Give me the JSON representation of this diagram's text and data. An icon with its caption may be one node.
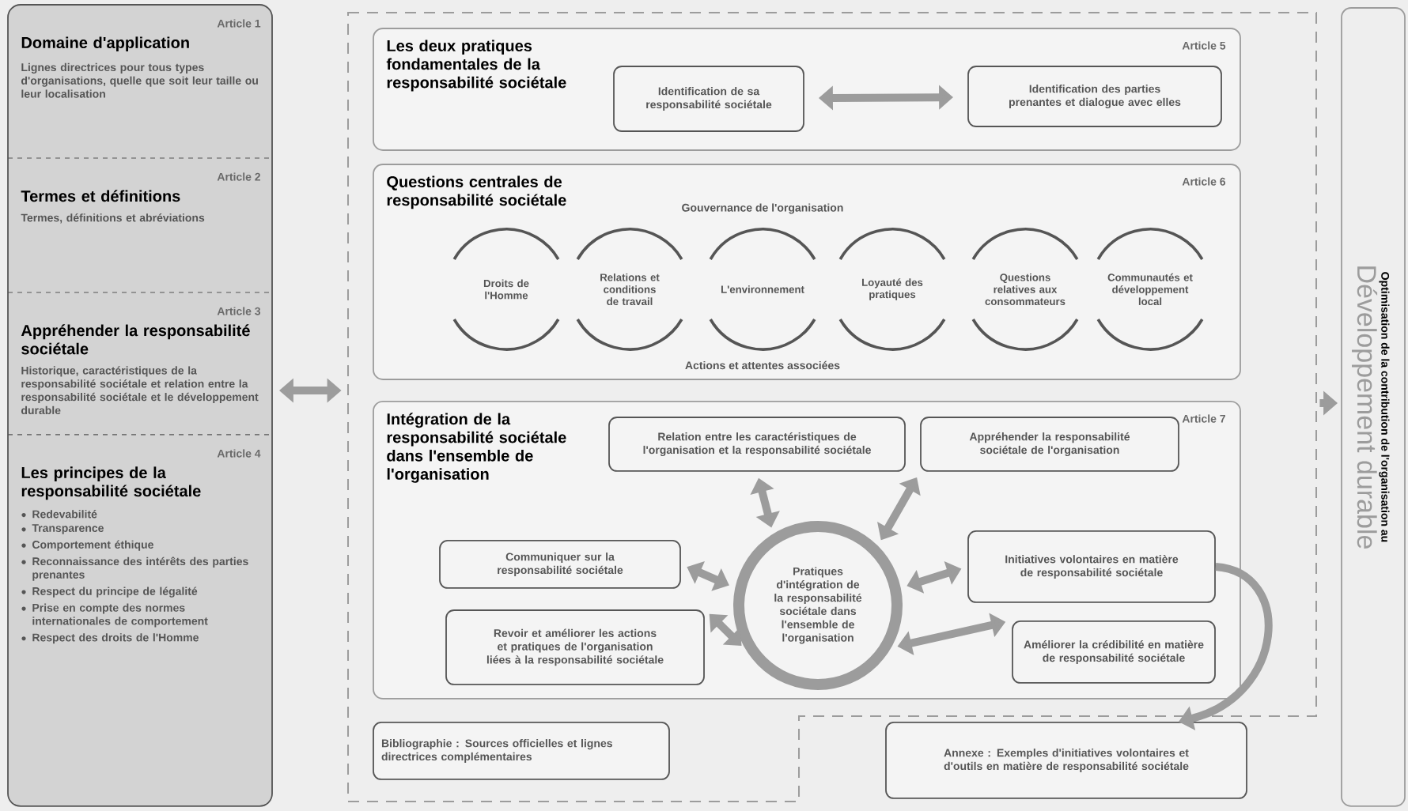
{
  "diagram": {
    "nodes": [
      {
        "text": [],
        "shape": "box"
      },
      {
        "text": [
          "Article 1",
          "Domaine d'application",
          "Lignes directrices pour tous types d'organisations, quelle que soit leur taille ou leur localisation"
        ],
        "in": 0
      },
      {
        "text": [
          "Article 2",
          "Termes et définitions",
          "Termes, définitions et abréviations"
        ],
        "in": 0
      },
      {
        "text": [
          "Article 3",
          "Appréhender la responsabilité sociétale",
          "Historique, caractéristiques de la responsabilité sociétale et relation entre la responsabilité sociétale et le développement durable"
        ],
        "in": 0
      },
      {
        "text": [
          "Article 4",
          "Les principes de la responsabilité sociétale",
          "Redevabilité",
          "Transparence",
          "Comportement éthique",
          "Reconnaissance des intérêts des parties prenantes",
          "Respect du principe de légalité",
          "Prise en compte des normes internationales de comportement",
          "Respect des droits de l'Homme"
        ],
        "in": 0
      },
      {
        "text": [],
        "shape": "box"
      },
      {
        "text": [
          "Les deux pratiques fondamentales de la responsabilité sociétale",
          "Article 5"
        ],
        "in": 5
      },
      {
        "text": [
          "Identification de sa responsabilité sociétale"
        ],
        "in": 6
      },
      {
        "text": [
          "Identification des parties prenantes et dialogue avec elles"
        ],
        "in": 6
      },
      {
        "text": [
          "Questions centrales de responsabilité sociétale",
          "Article 6",
          "Gouvernance de l'organisation",
          "Actions et attentes associées"
        ],
        "in": 5
      },
      {
        "text": [
          "Droits de l'Homme"
        ],
        "in": 9
      },
      {
        "text": [
          "Relations et conditions de travail"
        ],
        "in": 9
      },
      {
        "text": [
          "L'environnement"
        ],
        "in": 9
      },
      {
        "text": [
          "Loyauté des pratiques"
        ],
        "in": 9
      },
      {
        "text": [
          "Questions relatives aux consommateurs"
        ],
        "in": 9
      },
      {
        "text": [
          "Communautés et développement local"
        ],
        "in": 9
      },
      {
        "text": [
          "Intégration de la responsabilité sociétale dans l'ensemble de l'organisation",
          "Article 7"
        ],
        "in": 5
      },
      {
        "text": [
          "Pratiques d'intégration de la responsabilité sociétale dans l'ensemble de l'organisation"
        ],
        "in": 16
      },
      {
        "text": [
          "Relation entre les caractéristiques de l'organisation et la responsabilité sociétale"
        ],
        "in": 16
      },
      {
        "text": [
          "Appréhender la responsabilité sociétale de l'organisation"
        ],
        "in": 16
      },
      {
        "text": [
          "Communiquer sur la responsabilité sociétale"
        ],
        "in": 16
      },
      {
        "text": [
          "Initiatives volontaires en matière de responsabilité sociétale"
        ],
        "in": 16
      },
      {
        "text": [
          "Revoir et améliorer les actions et pratiques de l'organisation liées à la responsabilité sociétale"
        ],
        "in": 16
      },
      {
        "text": [
          "Améliorer la crédibilité en matière de responsabilité sociétale"
        ],
        "in": 16
      },
      {
        "text": [
          "**Bibliographie :** Sources officielles et lignes directrices complémentaires"
        ],
        "in": 5
      },
      {
        "text": [
          "**Annexe :** Exemples d'initiatives volontaires et d'outils en matière de responsabilité sociétale"
        ]
      },
      {
        "text": [
          "Optimisation de la contribution de l'organisation au",
          "Développement durable"
        ]
      }
    ],
    "edges": [
      {
        "from": 0,
        "to": 5,
        "arrow": "both"
      },
      {
        "from": 7,
        "to": 8,
        "arrow": "both"
      },
      {
        "from": 17,
        "to": 18,
        "arrow": "both"
      },
      {
        "from": 17,
        "to": 19,
        "arrow": "both"
      },
      {
        "from": 17,
        "to": 20,
        "arrow": "both"
      },
      {
        "from": 17,
        "to": 21,
        "arrow": "both"
      },
      {
        "from": 17,
        "to": 22,
        "arrow": "both"
      },
      {
        "from": 17,
        "to": 23,
        "arrow": "both"
      },
      {
        "from": 21,
        "to": 25,
        "arrow": "to"
      },
      {
        "from": 5,
        "to": 26,
        "arrow": "to"
      }
    ]
  }
}
